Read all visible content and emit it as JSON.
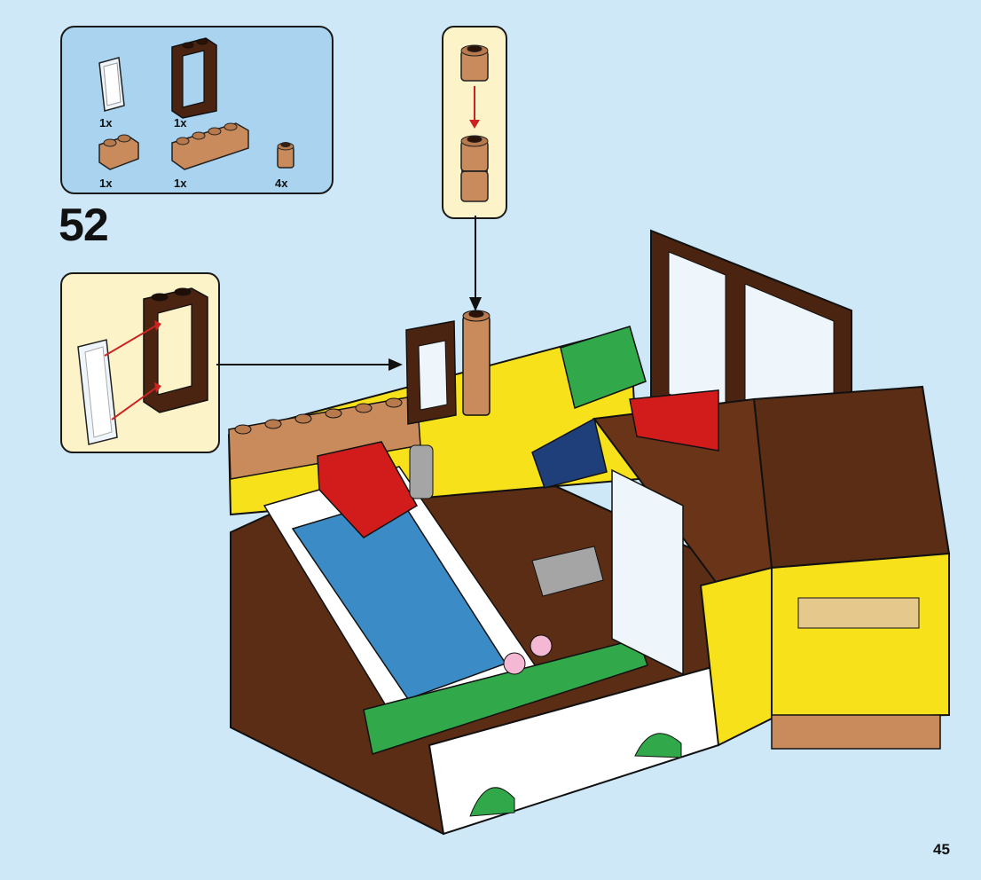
{
  "parts_list": [
    {
      "icon": "transparent-glass-pane-icon",
      "qty": "1x"
    },
    {
      "icon": "brown-window-frame-icon",
      "qty": "1x"
    },
    {
      "icon": "tan-log-brick-1x2-icon",
      "qty": "1x"
    },
    {
      "icon": "tan-log-brick-1x4-icon",
      "qty": "1x"
    },
    {
      "icon": "tan-round-brick-1x1-icon",
      "qty": "4x"
    }
  ],
  "step_number": "52",
  "page_number": "45",
  "colors": {
    "background": "#cfe8f8",
    "parts_panel": "#a9d3ef",
    "subassembly_panel": "#fdf3c9",
    "lego_yellow": "#f6e11b",
    "reddish_brown": "#5b2d14",
    "tan": "#c98b5c",
    "red": "#d21c1c",
    "green": "#31a84a",
    "blue": "#3b8cc6",
    "white": "#ffffff",
    "arrow_red": "#cc2222"
  }
}
